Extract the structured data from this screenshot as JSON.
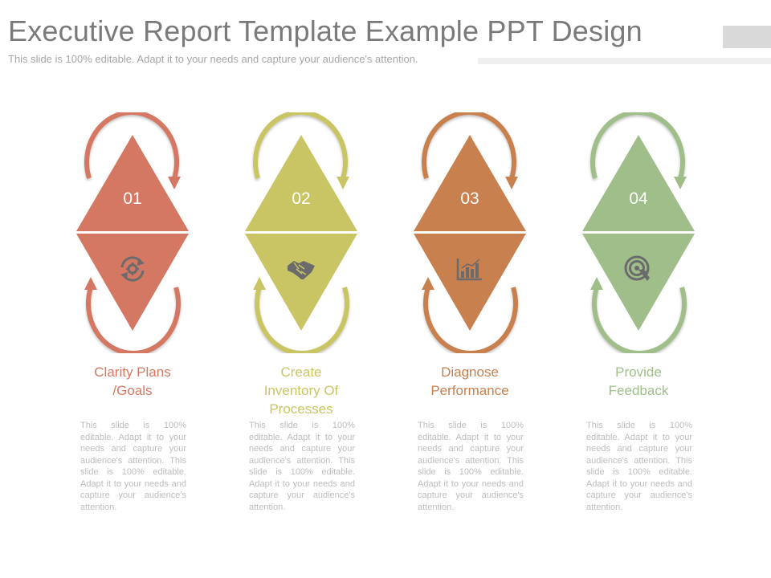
{
  "header": {
    "title": "Executive Report Template Example PPT Design",
    "subtitle": "This slide is 100% editable. Adapt it to your needs and capture your audience's attention."
  },
  "colors": {
    "step1": "#d47763",
    "step2": "#c9c564",
    "step3": "#c8804f",
    "step4": "#9fbe8a",
    "title": "#7a7a7a"
  },
  "steps": [
    {
      "number": "01",
      "heading_line1": "Clarity Plans",
      "heading_line2": "/Goals",
      "heading_line3": "",
      "icon": "gear-cycle-icon",
      "description": "This slide is 100% editable. Adapt it to your needs and capture your audience's attention. This slide is 100% editable. Adapt it to your needs and capture your audience's attention."
    },
    {
      "number": "02",
      "heading_line1": "Create",
      "heading_line2": "Inventory Of",
      "heading_line3": "Processes",
      "icon": "handshake-icon",
      "description": "This slide is 100% editable. Adapt it to your needs and capture your audience's attention. This slide is 100% editable. Adapt it to your needs and capture your audience's attention."
    },
    {
      "number": "03",
      "heading_line1": "Diagnose",
      "heading_line2": "Performance",
      "heading_line3": "",
      "icon": "bar-chart-icon",
      "description": "This slide is 100% editable. Adapt it to your needs and capture your audience's attention. This slide is 100% editable. Adapt it to your needs and capture your audience's attention."
    },
    {
      "number": "04",
      "heading_line1": "Provide",
      "heading_line2": "Feedback",
      "heading_line3": "",
      "icon": "target-icon",
      "description": "This slide is 100% editable. Adapt it to your needs and capture your audience's attention. This slide is 100% editable. Adapt it to your needs and capture your audience's attention."
    }
  ]
}
